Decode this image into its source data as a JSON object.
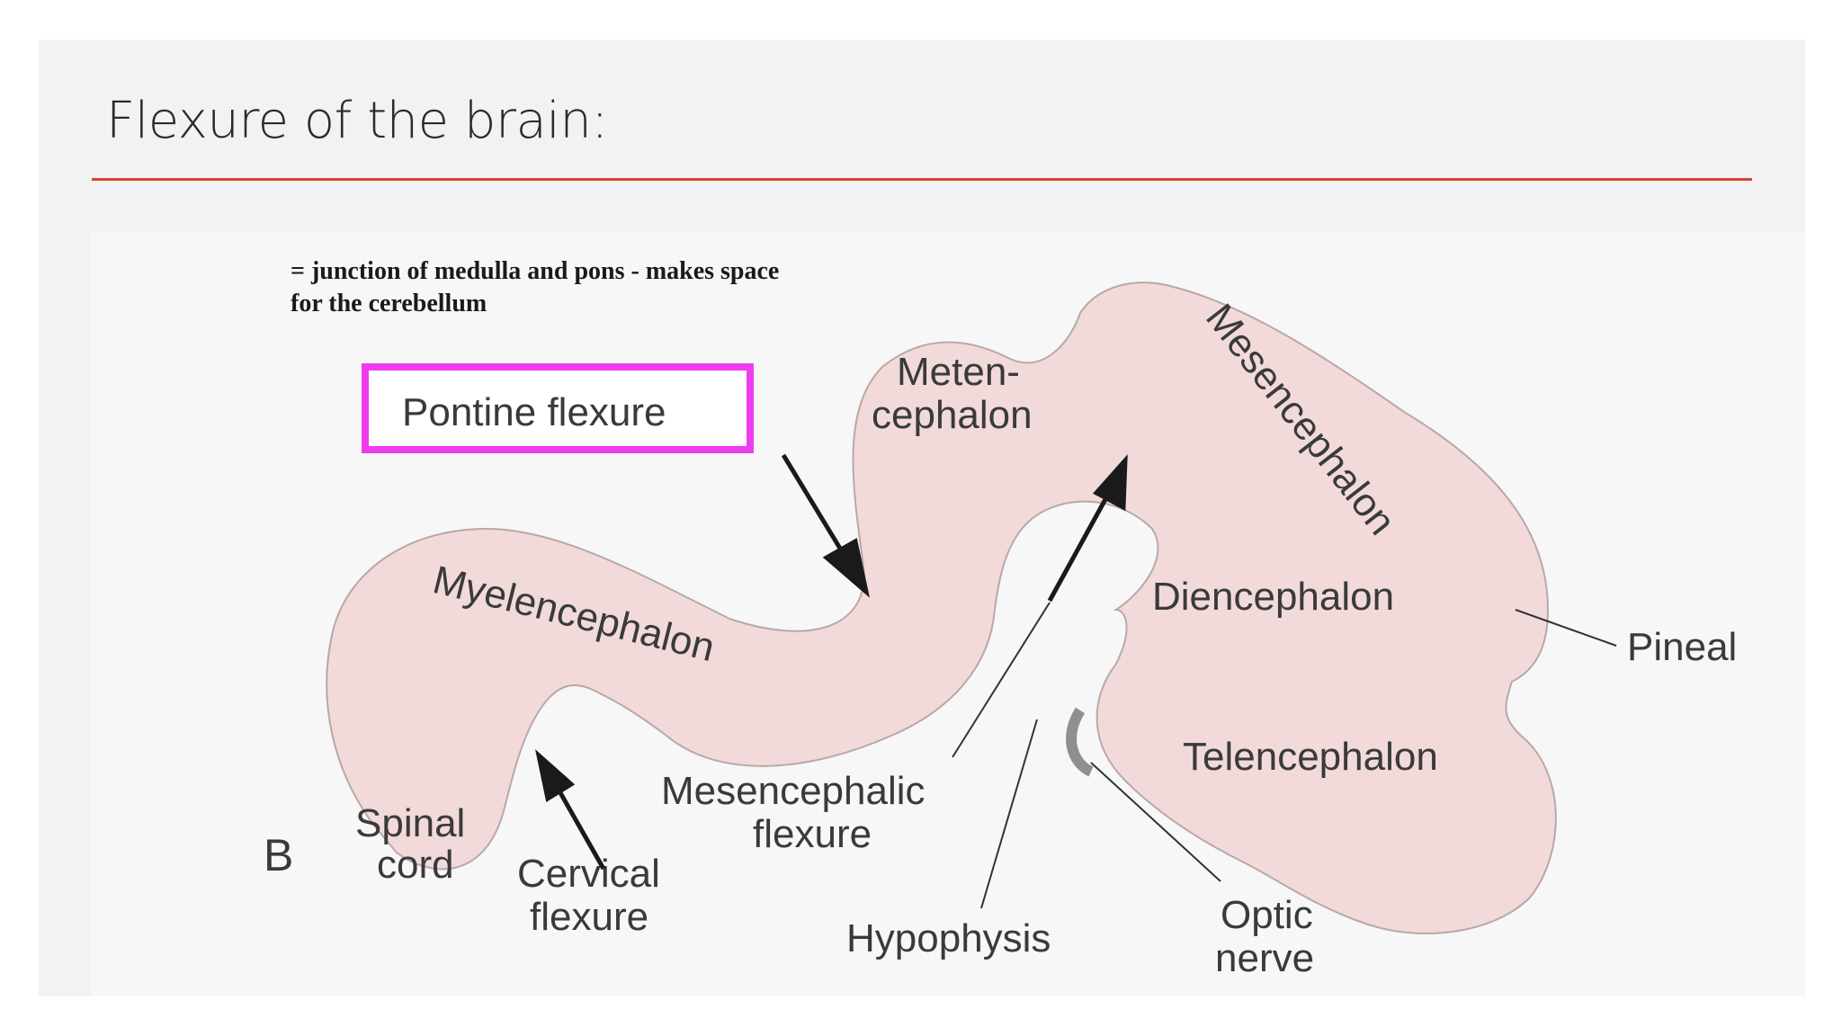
{
  "slide": {
    "title": "Flexure of the brain:",
    "accent_color": "#d9432f"
  },
  "diagram": {
    "panel_letter": "B",
    "annotation_line1": "= junction of medulla and pons - makes space",
    "annotation_line2": "for the cerebellum",
    "highlighted_label": "Pontine flexure",
    "highlight_color": "#f03cf0",
    "brain_fill": "#f2dada",
    "labels": {
      "metencephalon_1": "Meten-",
      "metencephalon_2": "cephalon",
      "mesencephalon": "Mesencephalon",
      "myelencephalon": "Myelencephalon",
      "diencephalon": "Diencephalon",
      "pineal": "Pineal",
      "telencephalon": "Telencephalon",
      "mesencephalic_flexure_1": "Mesencephalic",
      "mesencephalic_flexure_2": "flexure",
      "spinal_cord_1": "Spinal",
      "spinal_cord_2": "cord",
      "cervical_flexure_1": "Cervical",
      "cervical_flexure_2": "flexure",
      "hypophysis": "Hypophysis",
      "optic_nerve_1": "Optic",
      "optic_nerve_2": "nerve"
    }
  }
}
